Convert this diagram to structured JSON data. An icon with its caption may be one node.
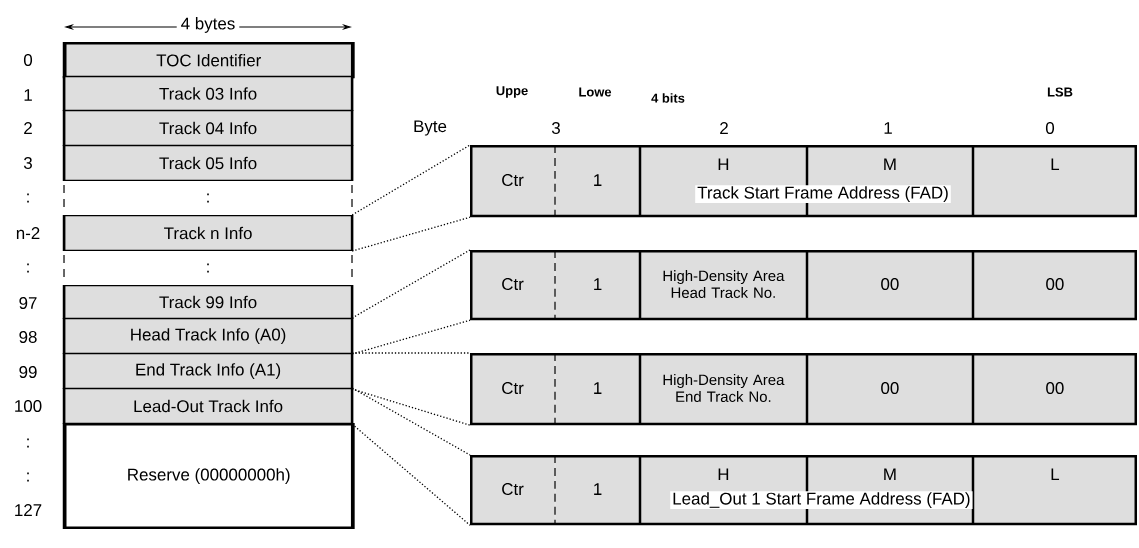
{
  "diagram": {
    "nodes": [
      {
        "text": [
          "TOC Identifier"
        ]
      },
      {
        "text": [
          "Track 03 Info"
        ]
      },
      {
        "text": [
          "Track 04 Info"
        ]
      },
      {
        "text": [
          "Track 05 Info"
        ]
      },
      {
        "text": [
          "Track n Info"
        ]
      },
      {
        "text": [
          "Track 99 Info"
        ]
      },
      {
        "text": [
          "Head Track Info (A0)"
        ]
      },
      {
        "text": [
          "End Track Info (A1)"
        ]
      },
      {
        "text": [
          "Lead-Out Track Info"
        ]
      },
      {
        "text": [
          "Reserve (00000000h)"
        ]
      },
      {
        "text": [],
        "shape": "box"
      },
      {
        "text": [
          "Ctr"
        ],
        "in": 10
      },
      {
        "text": [
          "1"
        ],
        "in": 10
      },
      {
        "text": [
          "H"
        ],
        "in": 10
      },
      {
        "text": [
          "M"
        ],
        "in": 10
      },
      {
        "text": [
          "L"
        ],
        "in": 10
      },
      {
        "text": [
          "Track Start Frame Address (FAD)"
        ],
        "in": 10
      },
      {
        "text": [],
        "shape": "box"
      },
      {
        "text": [
          "Ctr"
        ],
        "in": 17
      },
      {
        "text": [
          "1"
        ],
        "in": 17
      },
      {
        "text": [
          "High-Density Area Head Track No."
        ],
        "in": 17
      },
      {
        "text": [
          "00"
        ],
        "in": 17
      },
      {
        "text": [
          "00"
        ],
        "in": 17
      },
      {
        "text": [],
        "shape": "box"
      },
      {
        "text": [
          "Ctr"
        ],
        "in": 23
      },
      {
        "text": [
          "1"
        ],
        "in": 23
      },
      {
        "text": [
          "High-Density Area End Track No."
        ],
        "in": 23
      },
      {
        "text": [
          "00"
        ],
        "in": 23
      },
      {
        "text": [
          "00"
        ],
        "in": 23
      },
      {
        "text": [],
        "shape": "box"
      },
      {
        "text": [
          "Ctr"
        ],
        "in": 29
      },
      {
        "text": [
          "1"
        ],
        "in": 29
      },
      {
        "text": [
          "H"
        ],
        "in": 29
      },
      {
        "text": [
          "M"
        ],
        "in": 29
      },
      {
        "text": [
          "L"
        ],
        "in": 29
      },
      {
        "text": [
          "Lead_Out 1 Start Frame Address (FAD)"
        ],
        "in": 29
      }
    ],
    "edges": [
      {
        "from": 4,
        "to": 10,
        "arrow": "none"
      },
      {
        "from": 4,
        "to": 10,
        "arrow": "none"
      },
      {
        "from": 6,
        "to": 17,
        "arrow": "none"
      },
      {
        "from": 6,
        "to": 17,
        "arrow": "none"
      },
      {
        "from": 7,
        "to": 23,
        "arrow": "none"
      },
      {
        "from": 7,
        "to": 23,
        "arrow": "none"
      },
      {
        "from": 8,
        "to": 29,
        "arrow": "none"
      },
      {
        "from": 8,
        "to": 29,
        "arrow": "none"
      }
    ],
    "labels": [
      "4 bytes",
      "0",
      "1",
      "2",
      "3",
      ":",
      ":",
      "n-2",
      ":",
      ":",
      "97",
      "98",
      "99",
      "100",
      ":",
      ":",
      "127",
      "Uppe",
      "Lowe",
      "4 bits",
      "LSB",
      "Byte",
      "3",
      "2",
      "1",
      "0"
    ]
  }
}
